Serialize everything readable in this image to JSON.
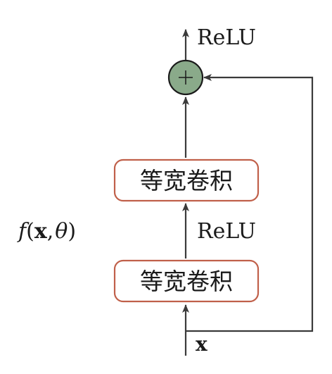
{
  "nodes": {
    "top_activation": "ReLU",
    "mid_activation": "ReLU",
    "conv_upper": "等宽卷积",
    "conv_lower": "等宽卷积",
    "sum_symbol": "+",
    "input_label": "x",
    "function_label": {
      "f": "f",
      "open": "(",
      "x": "x",
      "comma": ",",
      "theta": "θ",
      "close": ")"
    }
  },
  "colors": {
    "line": "#3a3a3a",
    "box_border": "#c0604a",
    "sum_fill": "#8aaa8a",
    "text": "#1a1a1a"
  }
}
